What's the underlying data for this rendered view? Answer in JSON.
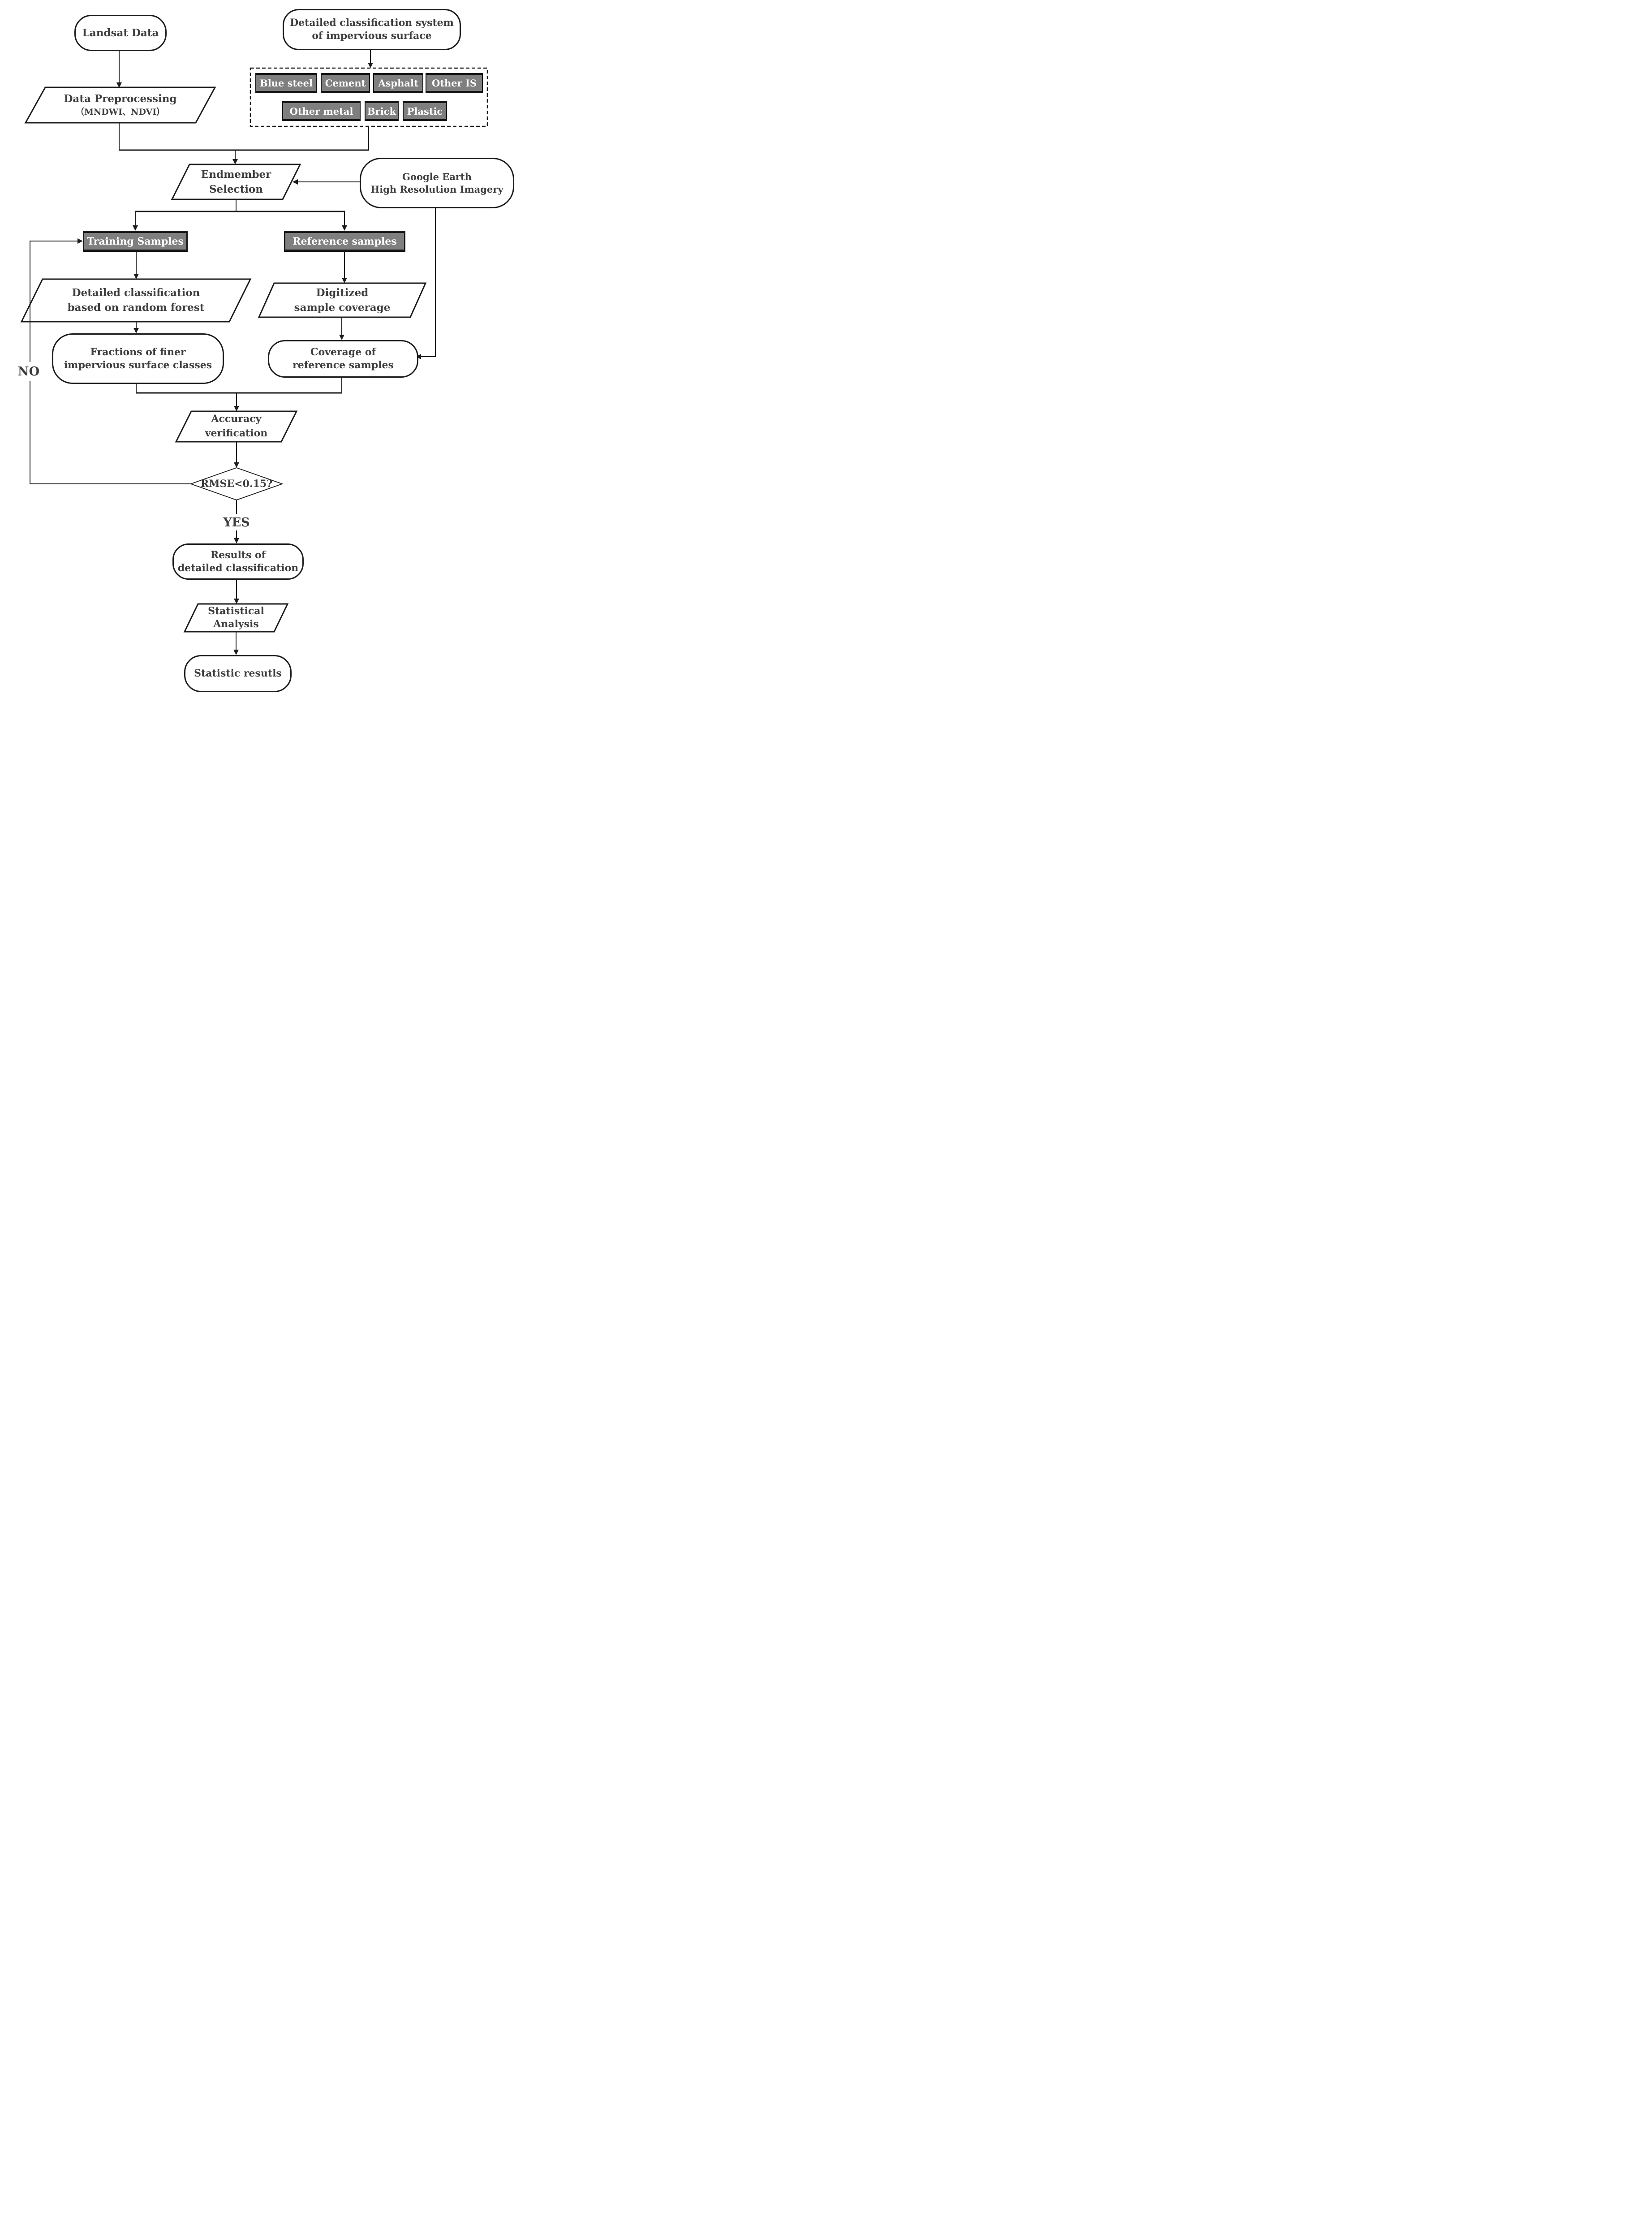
{
  "theme": {
    "line_color": "#1c1c1c",
    "text_color": "#3d3d3d",
    "chip_bg": "#7f7f7f",
    "chip_text": "#ffffff",
    "canvas_bg": "#ffffff"
  },
  "nodes": {
    "landsat": {
      "label": "Landsat Data"
    },
    "classification_system": {
      "line1": "Detailed classification system",
      "line2": "of impervious surface"
    },
    "data_preprocessing": {
      "line1": "Data Preprocessing",
      "line2": "（MNDWI、NDVI）"
    },
    "impervious_classes": {
      "row1": [
        "Blue steel",
        "Cement",
        "Asphalt",
        "Other IS"
      ],
      "row2": [
        "Other metal",
        "Brick",
        "Plastic"
      ]
    },
    "endmember": {
      "line1": "Endmember",
      "line2": "Selection"
    },
    "google_earth": {
      "line1": "Google Earth",
      "line2": "High Resolution Imagery"
    },
    "training_samples": {
      "label": "Training Samples"
    },
    "reference_samples": {
      "label": "Reference samples"
    },
    "rf_classification": {
      "line1": "Detailed classification",
      "line2": "based on random forest"
    },
    "digitized_coverage": {
      "line1": "Digitized",
      "line2": "sample coverage"
    },
    "fractions": {
      "line1": "Fractions of finer",
      "line2": "impervious surface classes"
    },
    "coverage_reference": {
      "line1": "Coverage of",
      "line2": "reference samples"
    },
    "accuracy": {
      "line1": "Accuracy",
      "line2": "verification"
    },
    "decision": {
      "label": "RMSE<0.15?"
    },
    "results": {
      "line1": "Results of",
      "line2": "detailed classification"
    },
    "statistical": {
      "line1": "Statistical",
      "line2": "Analysis"
    },
    "statistic_results": {
      "label": "Statistic resutls"
    }
  },
  "edges": {
    "no_label": "NO",
    "yes_label": "YES"
  }
}
